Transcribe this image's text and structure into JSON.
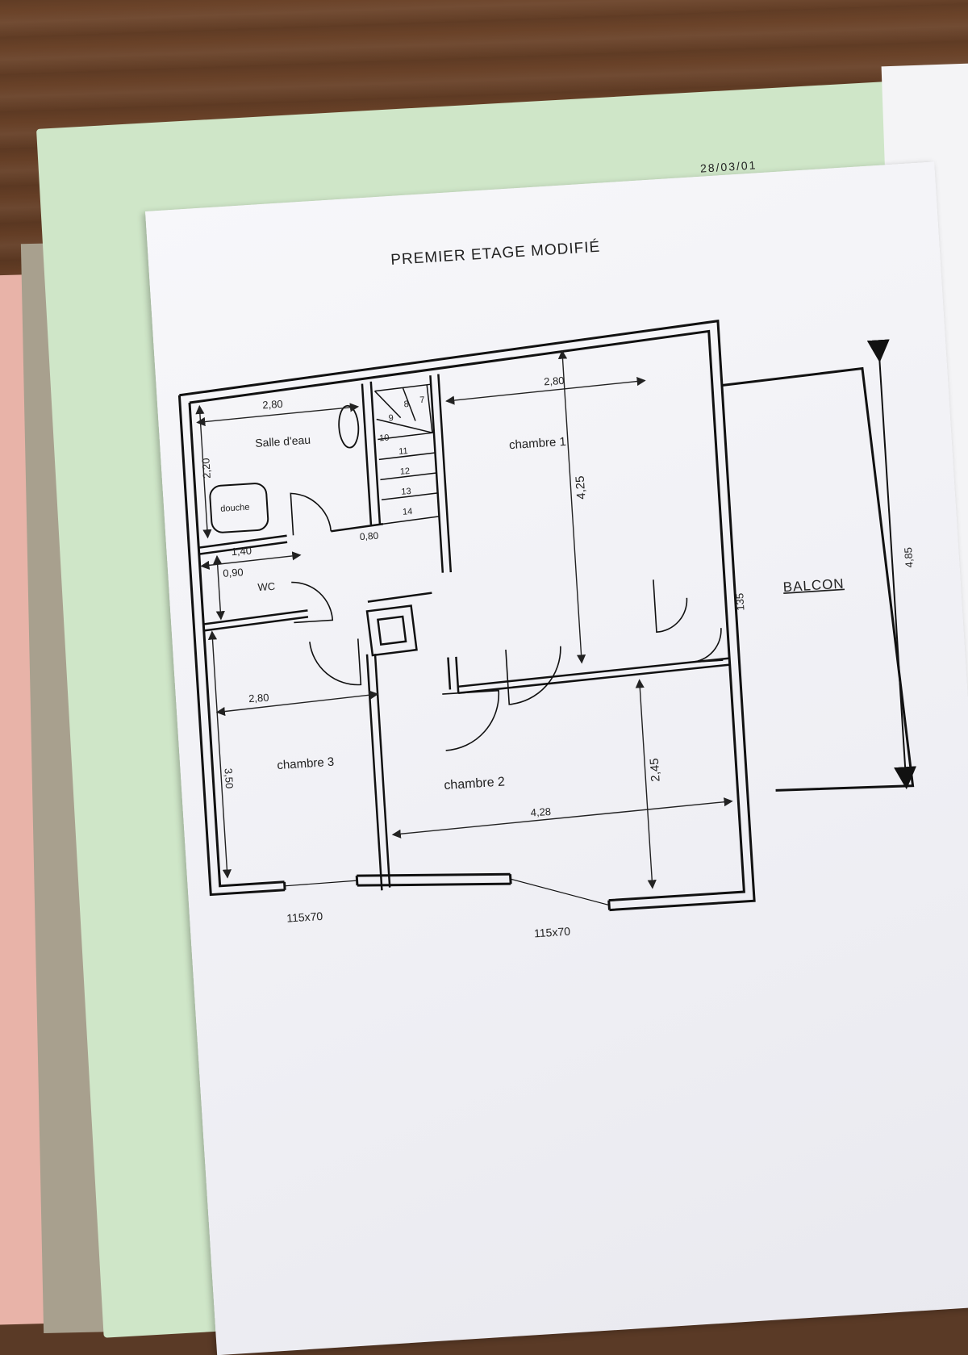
{
  "title": "PREMIER ETAGE MODIFIÉ",
  "date": "28/03/01",
  "rooms": {
    "salle_deau": "Salle d'eau",
    "douche": "douche",
    "wc": "WC",
    "chambre1": "chambre 1",
    "chambre2": "chambre 2",
    "chambre3": "chambre 3",
    "balcon": "BALCON"
  },
  "dimensions": {
    "salle_width": "2,80",
    "salle_height": "2,20",
    "wc_width": "1,40",
    "wc_height": "0,90",
    "ch1_width": "2,80",
    "ch1_height": "4,25",
    "ch2_width": "4,28",
    "ch2_height": "2,45",
    "ch3_width": "2,80",
    "ch3_height": "3,50",
    "balcon_height": "4,85",
    "balcon_door": "135",
    "landing_opening": "0,80",
    "window_left": "115x70",
    "window_right": "115x70"
  },
  "stairs": [
    "7",
    "8",
    "9",
    "10",
    "11",
    "12",
    "13",
    "14"
  ],
  "colors": {
    "paper": "#f4f4f8",
    "folder": "#cfe6c8",
    "wood": "#5a3620",
    "ink": "#222222"
  }
}
